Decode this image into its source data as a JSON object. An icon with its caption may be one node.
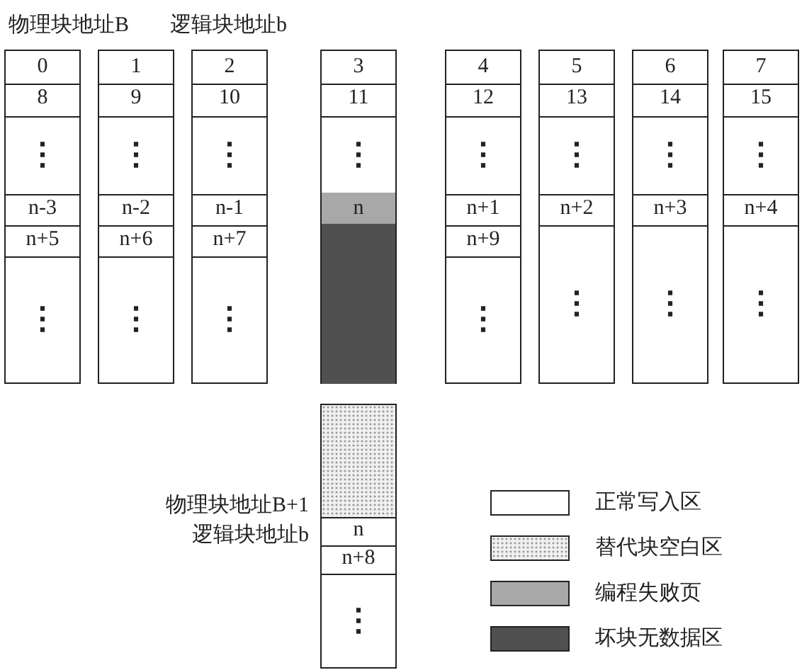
{
  "diagram": {
    "nodes": [
      {
        "text": [],
        "shape": "box"
      },
      {
        "text": [
          "0"
        ],
        "in": 0
      },
      {
        "text": [
          "8"
        ],
        "in": 0
      },
      {
        "text": [
          "⋮"
        ],
        "in": 0
      },
      {
        "text": [
          "n-3"
        ],
        "in": 0
      },
      {
        "text": [
          "n+5"
        ],
        "in": 0
      },
      {
        "text": [
          "⋮"
        ],
        "in": 0
      },
      {
        "text": [],
        "shape": "box"
      },
      {
        "text": [
          "1"
        ],
        "in": 7
      },
      {
        "text": [
          "9"
        ],
        "in": 7
      },
      {
        "text": [
          "⋮"
        ],
        "in": 7
      },
      {
        "text": [
          "n-2"
        ],
        "in": 7
      },
      {
        "text": [
          "n+6"
        ],
        "in": 7
      },
      {
        "text": [
          "⋮"
        ],
        "in": 7
      },
      {
        "text": [],
        "shape": "box"
      },
      {
        "text": [
          "2"
        ],
        "in": 14
      },
      {
        "text": [
          "10"
        ],
        "in": 14
      },
      {
        "text": [
          "⋮"
        ],
        "in": 14
      },
      {
        "text": [
          "n-1"
        ],
        "in": 14
      },
      {
        "text": [
          "n+7"
        ],
        "in": 14
      },
      {
        "text": [
          "⋮"
        ],
        "in": 14
      },
      {
        "text": [],
        "shape": "box"
      },
      {
        "text": [
          "3"
        ],
        "in": 21
      },
      {
        "text": [
          "11"
        ],
        "in": 21
      },
      {
        "text": [
          "⋮"
        ],
        "in": 21
      },
      {
        "text": [
          "n"
        ],
        "in": 21
      },
      {
        "text": [],
        "shape": "box",
        "in": 21
      },
      {
        "text": [],
        "shape": "box"
      },
      {
        "text": [
          "4"
        ],
        "in": 27
      },
      {
        "text": [
          "12"
        ],
        "in": 27
      },
      {
        "text": [
          "⋮"
        ],
        "in": 27
      },
      {
        "text": [
          "n+1"
        ],
        "in": 27
      },
      {
        "text": [
          "n+9"
        ],
        "in": 27
      },
      {
        "text": [
          "⋮"
        ],
        "in": 27
      },
      {
        "text": [],
        "shape": "box"
      },
      {
        "text": [
          "5"
        ],
        "in": 34
      },
      {
        "text": [
          "13"
        ],
        "in": 34
      },
      {
        "text": [
          "⋮"
        ],
        "in": 34
      },
      {
        "text": [
          "n+2"
        ],
        "in": 34
      },
      {
        "text": [
          "⋮"
        ],
        "in": 34
      },
      {
        "text": [],
        "shape": "box"
      },
      {
        "text": [
          "6"
        ],
        "in": 40
      },
      {
        "text": [
          "14"
        ],
        "in": 40
      },
      {
        "text": [
          "⋮"
        ],
        "in": 40
      },
      {
        "text": [
          "n+3"
        ],
        "in": 40
      },
      {
        "text": [
          "⋮"
        ],
        "in": 40
      },
      {
        "text": [],
        "shape": "box"
      },
      {
        "text": [
          "7"
        ],
        "in": 46
      },
      {
        "text": [
          "15"
        ],
        "in": 46
      },
      {
        "text": [
          "⋮"
        ],
        "in": 46
      },
      {
        "text": [
          "n+4"
        ],
        "in": 46
      },
      {
        "text": [
          "⋮"
        ],
        "in": 46
      },
      {
        "text": [],
        "shape": "box"
      },
      {
        "text": [],
        "shape": "box",
        "in": 52
      },
      {
        "text": [
          "n"
        ],
        "in": 52
      },
      {
        "text": [
          "n+8"
        ],
        "in": 52
      },
      {
        "text": [
          "⋮"
        ],
        "in": 52
      }
    ],
    "labels": [
      "物理块地址B",
      "逻辑块地址b",
      "物理块地址B+1",
      "逻辑块地址b"
    ],
    "legend": [
      {
        "text": "正常写入区",
        "color": "#ffffff"
      },
      {
        "text": "替代块空白区",
        "color": "#f0f0f0"
      },
      {
        "text": "编程失败页",
        "color": "#a8a8a8"
      },
      {
        "text": "坏块无数据区",
        "color": "#505050"
      }
    ]
  }
}
